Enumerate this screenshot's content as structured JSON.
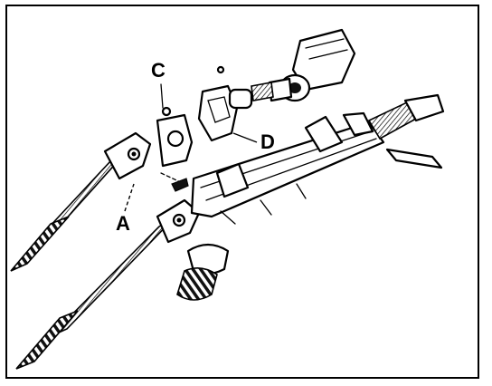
{
  "figure": {
    "border_color": "#000000",
    "background": "#ffffff",
    "callouts": {
      "a": "A",
      "c": "C",
      "d": "D"
    }
  }
}
